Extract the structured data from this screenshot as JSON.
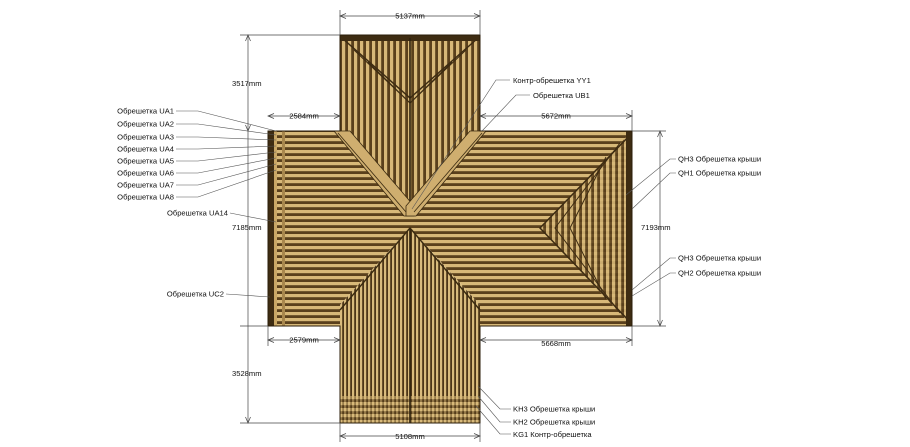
{
  "dimensions": {
    "top_width": "5137mm",
    "upper_height": "3517mm",
    "left_wing_width": "2584mm",
    "right_wing_width": "5672mm",
    "left_height": "7185mm",
    "right_height": "7193mm",
    "left_wing_bottom_width": "2579mm",
    "right_wing_bottom_width": "5668mm",
    "lower_height": "3528mm",
    "bottom_width": "5108mm"
  },
  "labels": {
    "contr_yy1": "Контр-обрешетка YY1",
    "ub1": "Обрешетка UB1",
    "ua1": "Обрешетка UA1",
    "ua2": "Обрешетка UA2",
    "ua3": "Обрешетка UA3",
    "ua4": "Обрешетка UA4",
    "ua5": "Обрешетка UA5",
    "ua6": "Обрешетка UA6",
    "ua7": "Обрешетка UA7",
    "ua8": "Обрешетка UA8",
    "ua14": "Обрешетка UA14",
    "uc2": "Обрешетка UC2",
    "qh3_a": "QH3 Обрешетка крыши",
    "qh1": "QH1 Обрешетка крыши",
    "qh3_b": "QH3 Обрешетка крыши",
    "qh2": "QH2 Обрешетка крыши",
    "kh3": "KH3 Обрешетка крыши",
    "kh2": "KH2 Обрешетка крыши",
    "kg1": "KG1 Контр-обрешетка"
  },
  "colors": {
    "wood_light": "#d6b677",
    "wood_mid": "#b8955a",
    "wood_dark": "#4a3416",
    "line": "#333333"
  }
}
